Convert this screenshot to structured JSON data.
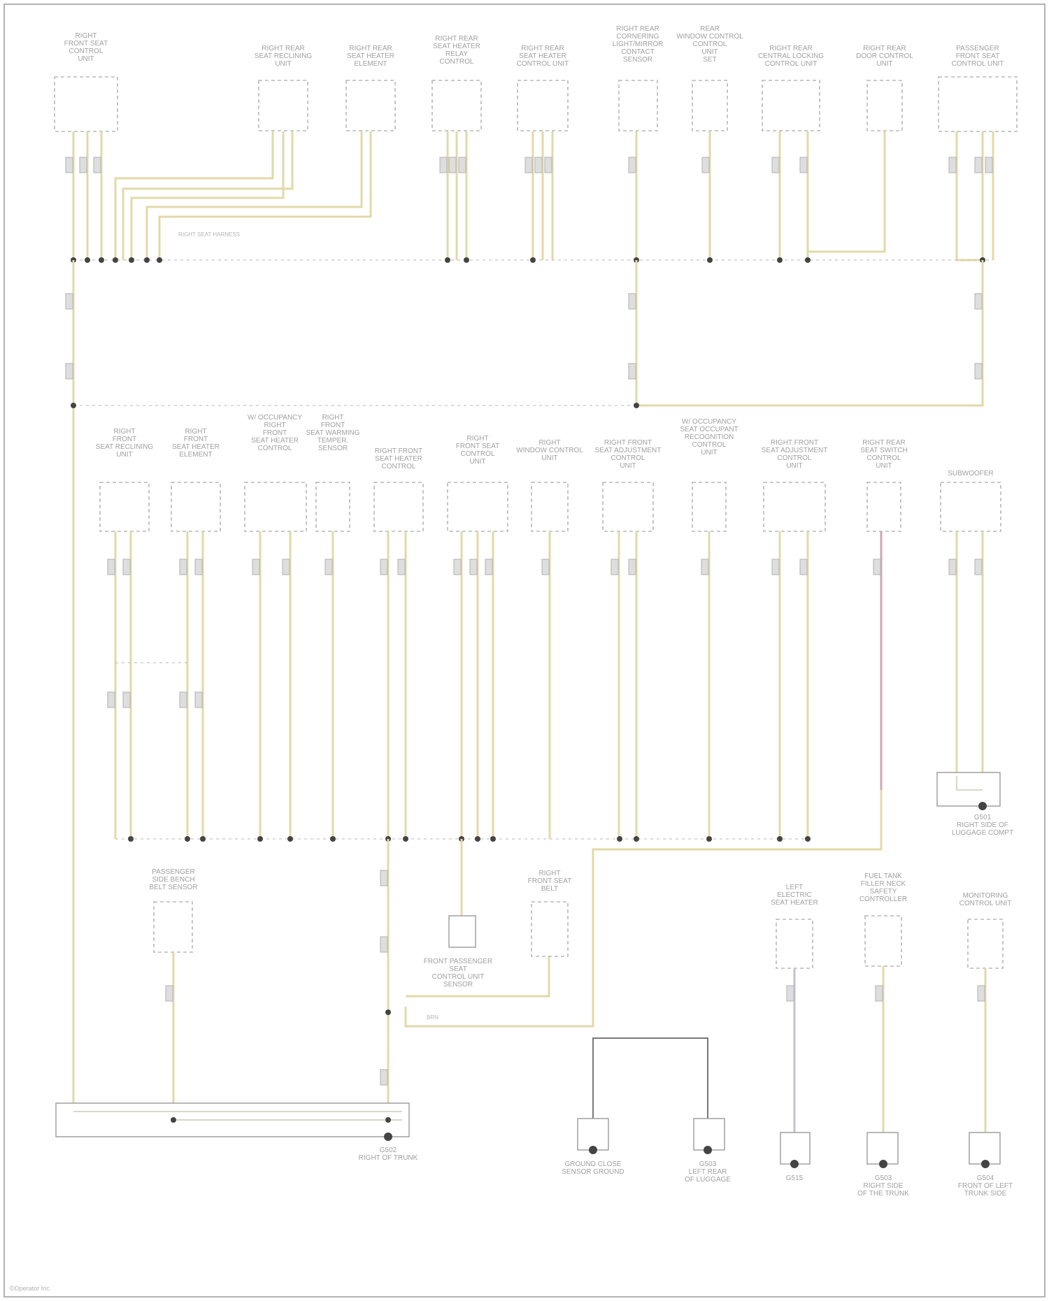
{
  "diagram": {
    "footer_text": "©Operator Inc.",
    "top_components": [
      {
        "id": "t1",
        "label": [
          "RIGHT",
          "FRONT SEAT",
          "CONTROL",
          "UNIT"
        ]
      },
      {
        "id": "t2",
        "label": [
          "RIGHT REAR",
          "SEAT RECLINING",
          "UNIT"
        ]
      },
      {
        "id": "t3",
        "label": [
          "RIGHT REAR",
          "SEAT HEATER",
          "ELEMENT"
        ]
      },
      {
        "id": "t4",
        "label": [
          "RIGHT REAR",
          "SEAT HEATER",
          "RELAY",
          "CONTROL"
        ]
      },
      {
        "id": "t5",
        "label": [
          "RIGHT REAR",
          "SEAT HEATER",
          "CONTROL UNIT"
        ]
      },
      {
        "id": "t6",
        "label": [
          "RIGHT REAR",
          "CORNERING",
          "LIGHT/MIRROR",
          "CONTACT",
          "SENSOR"
        ]
      },
      {
        "id": "t7",
        "label": [
          "REAR",
          "WINDOW CONTROL",
          "CONTROL",
          "UNIT",
          "SET"
        ]
      },
      {
        "id": "t8",
        "label": [
          "RIGHT REAR",
          "CENTRAL LOCKING",
          "CONTROL UNIT"
        ]
      },
      {
        "id": "t9",
        "label": [
          "RIGHT REAR",
          "DOOR CONTROL",
          "UNIT"
        ]
      },
      {
        "id": "t10",
        "label": [
          "PASSENGER",
          "FRONT SEAT",
          "CONTROL UNIT"
        ]
      }
    ],
    "mid_components": [
      {
        "id": "m1",
        "label": [
          "RIGHT",
          "FRONT",
          "SEAT RECLINING",
          "UNIT"
        ]
      },
      {
        "id": "m2",
        "label": [
          "RIGHT",
          "FRONT",
          "SEAT HEATER",
          "ELEMENT"
        ]
      },
      {
        "id": "m3",
        "label": [
          "W/ OCCUPANCY",
          "RIGHT",
          "FRONT",
          "SEAT HEATER",
          "CONTROL"
        ]
      },
      {
        "id": "m4",
        "label": [
          "RIGHT",
          "FRONT",
          "SEAT WARMING",
          "TEMPER.",
          "SENSOR"
        ]
      },
      {
        "id": "m5",
        "label": [
          "RIGHT FRONT",
          "SEAT HEATER",
          "CONTROL"
        ]
      },
      {
        "id": "m6",
        "label": [
          "RIGHT",
          "FRONT SEAT",
          "CONTROL",
          "UNIT"
        ]
      },
      {
        "id": "m7",
        "label": [
          "RIGHT",
          "WINDOW CONTROL",
          "UNIT"
        ]
      },
      {
        "id": "m8",
        "label": [
          "RIGHT FRONT",
          "SEAT ADJUSTMENT",
          "CONTROL",
          "UNIT"
        ]
      },
      {
        "id": "m9",
        "label": [
          "W/ OCCUPANCY",
          "SEAT OCCUPANT",
          "RECOGNITION",
          "CONTROL",
          "UNIT"
        ]
      },
      {
        "id": "m10",
        "label": [
          "RIGHT FRONT",
          "SEAT ADJUSTMENT",
          "CONTROL",
          "UNIT"
        ]
      },
      {
        "id": "m11",
        "label": [
          "RIGHT REAR",
          "SEAT SWITCH",
          "CONTROL",
          "UNIT"
        ]
      },
      {
        "id": "m12",
        "label": [
          "SUBWOOFER"
        ]
      }
    ],
    "low_components": [
      {
        "id": "l1",
        "label": [
          "PASSENGER",
          "SIDE BENCH",
          "BELT SENSOR"
        ]
      },
      {
        "id": "l2",
        "label": [
          "RIGHT",
          "FRONT SEAT",
          "BELT"
        ]
      },
      {
        "id": "l3",
        "label": [
          "LEFT",
          "ELECTRIC",
          "SEAT HEATER"
        ]
      },
      {
        "id": "l4",
        "label": [
          "FUEL TANK",
          "FILLER NECK",
          "SAFETY",
          "CONTROLLER"
        ]
      },
      {
        "id": "l5",
        "label": [
          "MONITORING",
          "CONTROL UNIT"
        ]
      }
    ],
    "bottom_labels": [
      {
        "id": "b1",
        "label": [
          "FRONT PASSENGER",
          "SEAT",
          "CONTROL UNIT",
          "SENSOR"
        ]
      },
      {
        "id": "b2",
        "label": [
          "G501",
          "RIGHT SIDE OF",
          "LUGGAGE COMPT"
        ]
      },
      {
        "id": "b3",
        "label": [
          "G502",
          "RIGHT OF TRUNK"
        ]
      },
      {
        "id": "b4",
        "label": [
          "GROUND CLOSE",
          "SENSOR GROUND"
        ]
      },
      {
        "id": "b5",
        "label": [
          "G503",
          "LEFT REAR",
          "OF LUGGAGE"
        ]
      },
      {
        "id": "b6",
        "label": [
          "G515"
        ]
      },
      {
        "id": "b7",
        "label": [
          "G503",
          "RIGHT SIDE",
          "OF THE TRUNK"
        ]
      },
      {
        "id": "b8",
        "label": [
          "G504",
          "FRONT OF LEFT",
          "TRUNK SIDE"
        ]
      }
    ],
    "inline_text": {
      "splice_note": "RIGHT SEAT HARNESS",
      "mid_wire": "BRN"
    }
  }
}
